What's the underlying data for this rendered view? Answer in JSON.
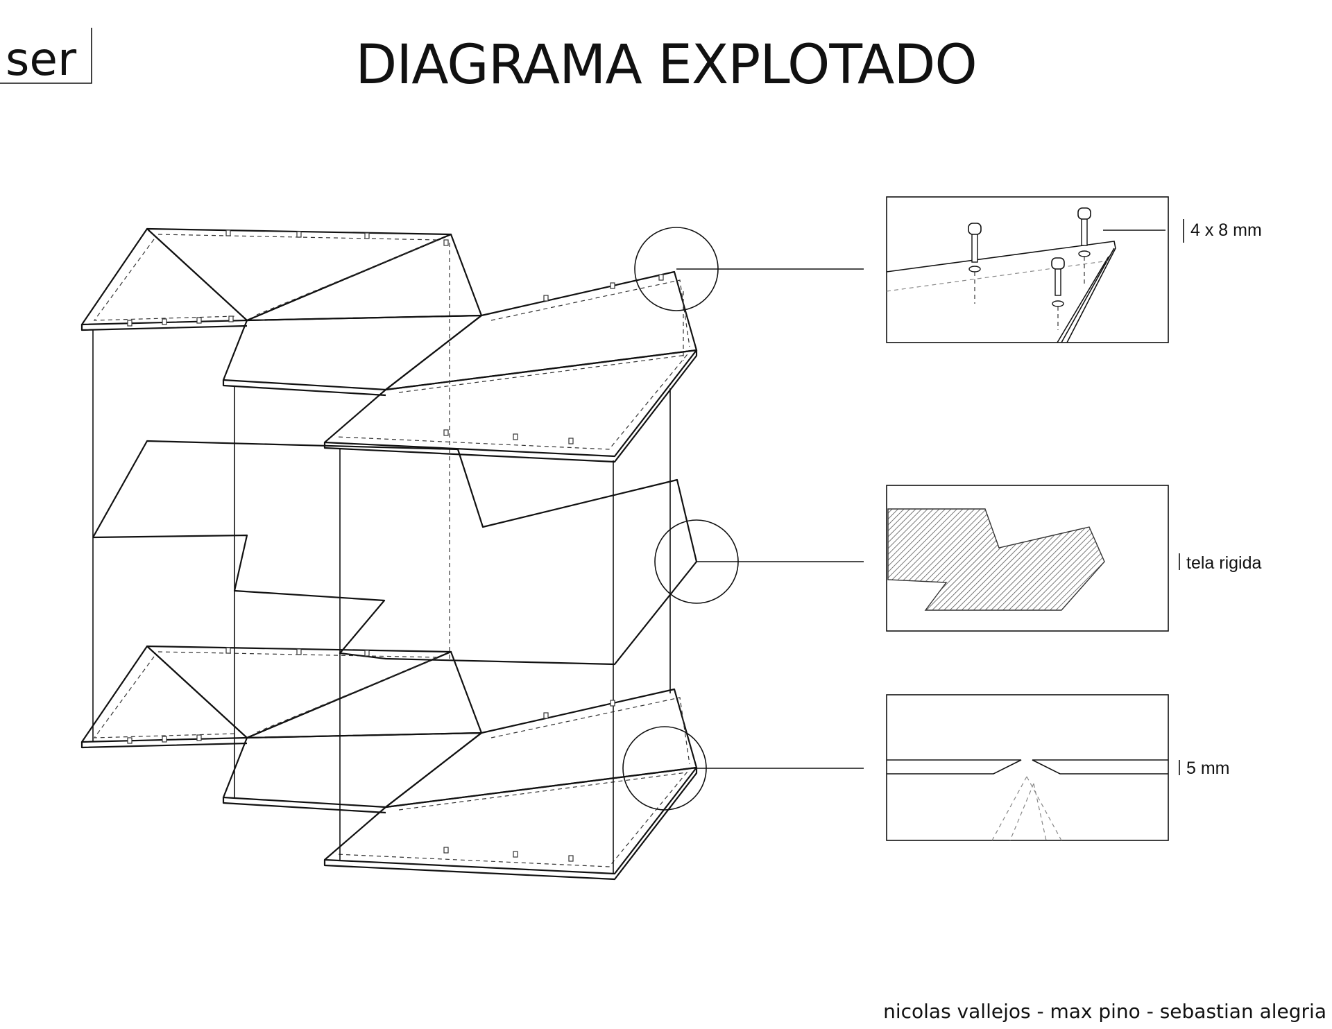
{
  "logo": {
    "text": "ser"
  },
  "title": "DIAGRAMA EXPLOTADO",
  "details": [
    {
      "label": "4 x 8 mm"
    },
    {
      "label": "tela rigida"
    },
    {
      "label": "5 mm"
    }
  ],
  "credits": "nicolas vallejos - max pino - sebastian alegria"
}
